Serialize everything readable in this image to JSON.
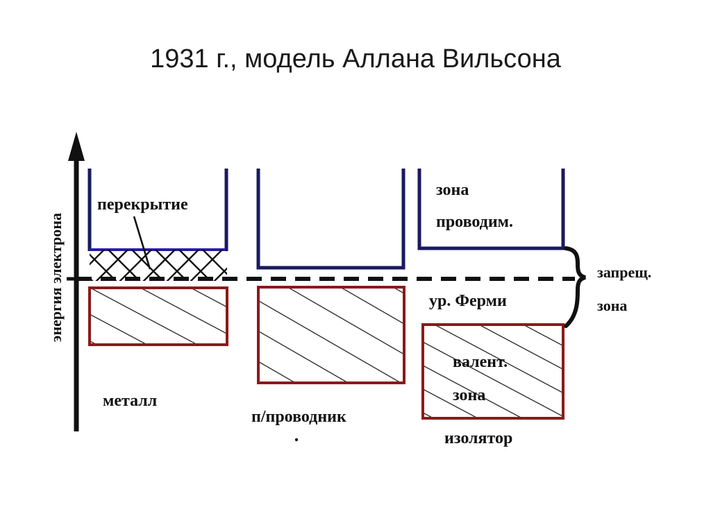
{
  "title": "1931 г., модель Аллана Вильсона",
  "axis": {
    "label": "энергия электрона"
  },
  "fermi": {
    "label": "ур. Ферми"
  },
  "gap": {
    "line1": "запрещ.",
    "line2": "зона"
  },
  "columns": [
    {
      "key": "metal",
      "caption": "металл",
      "overlap_label": "перекрытие"
    },
    {
      "key": "semiconductor",
      "caption": "п/проводник"
    },
    {
      "key": "insulator",
      "caption": "изолятор",
      "conduction_line1": "зона",
      "conduction_line2": "проводим.",
      "valence_line1": "валент.",
      "valence_line2": "зона"
    }
  ],
  "colors": {
    "navy": "#1a1a5e",
    "dark_red": "#8b1a1a",
    "black": "#111111",
    "background": "#ffffff",
    "title": "#1a1a1a"
  }
}
